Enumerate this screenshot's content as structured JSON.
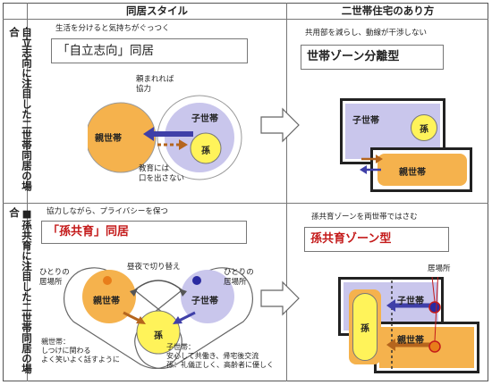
{
  "header": {
    "col1": "同居スタイル",
    "col2": "二世帯住宅のあり方"
  },
  "rows": [
    {
      "label": "自立志向に注目した二世帯同居の場合",
      "left": {
        "caption": "生活を分けると気持ちがぐっつく",
        "title": "「自立志向」同居",
        "note_top": "頼まれれば\n協力",
        "note_bottom": "教育には\n口を出さない",
        "parent": "親世帯",
        "child": "子世帯",
        "grandchild": "孫"
      },
      "right": {
        "caption": "共用部を減らし、動線が干渉しない",
        "title": "世帯ゾーン分離型",
        "child": "子世帯",
        "grandchild": "孫",
        "parent": "親世帯"
      }
    },
    {
      "label": "■孫共育に注目した二世帯同居の場合",
      "left": {
        "caption": "協力しながら、プライバシーを保つ",
        "title": "「孫共育」同居",
        "switch": "昼夜で切り替え",
        "parent_place": "ひとりの\n居場所",
        "child_place": "ひとりの\n居場所",
        "parent": "親世帯",
        "child": "子世帯",
        "grandchild": "孫",
        "parent_note": "親世帯：\nしつけに関わる\nよく笑いよく話すように",
        "child_note": "子世帯：\n安心して共働き、帰宅後交流\n孫：礼儀正しく、高齢者に優しく"
      },
      "right": {
        "caption": "孫共育ゾーンを両世帯ではさむ",
        "title": "孫共育ゾーン型",
        "place": "居場所",
        "child": "子世帯",
        "grandchild": "孫",
        "parent": "親世帯"
      }
    }
  ],
  "colors": {
    "orange": "#f5b24d",
    "lavender": "#c9c6ec",
    "yellow": "#fff35a",
    "navy": "#3f3fa8",
    "brown": "#b5651d",
    "red": "#c41a1a"
  }
}
